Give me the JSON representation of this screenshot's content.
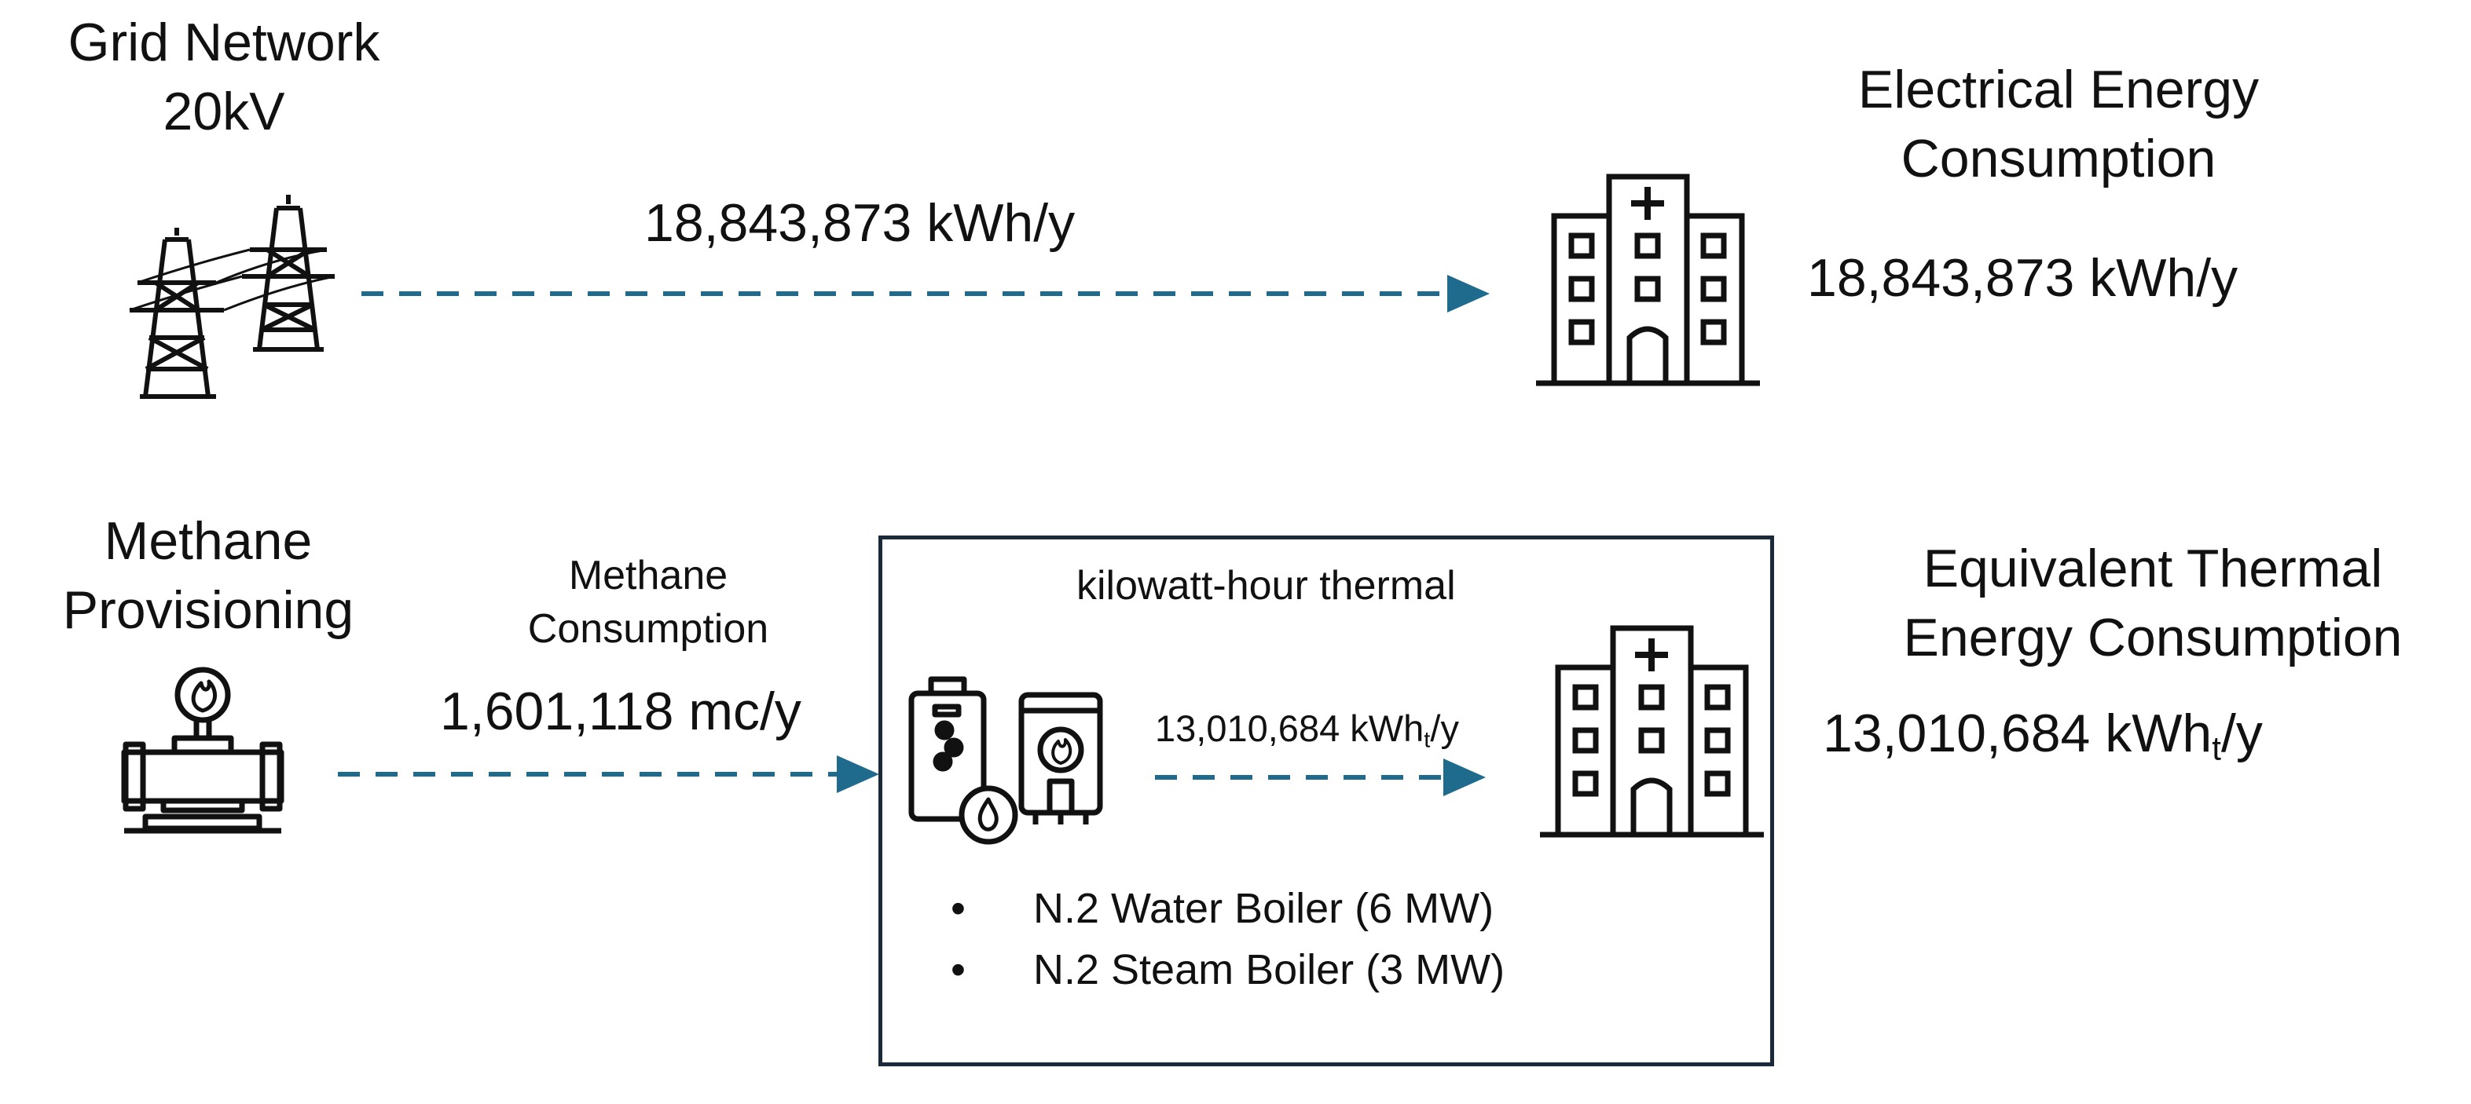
{
  "grid": {
    "title_line1": "Grid Network",
    "title_line2": "20kV"
  },
  "electric_flow": {
    "value": "18,843,873 kWh/y"
  },
  "electric_consumer": {
    "title_line1": "Electrical Energy",
    "title_line2": "Consumption",
    "value": "18,843,873 kWh/y"
  },
  "methane": {
    "title_line1": "Methane",
    "title_line2": "Provisioning"
  },
  "methane_flow": {
    "label_line1": "Methane",
    "label_line2": "Consumption",
    "value": "1,601,118 mc/y"
  },
  "boiler_box": {
    "title": "kilowatt-hour thermal",
    "flow_value_prefix": "13,010,684 kWh",
    "flow_value_sub": "t",
    "flow_value_suffix": "/y",
    "items": [
      "N.2 Water Boiler (6 MW)",
      "N.2 Steam Boiler (3 MW)"
    ]
  },
  "thermal_consumer": {
    "title_line1": "Equivalent Thermal",
    "title_line2": "Energy Consumption",
    "value_prefix": "13,010,684 kWh",
    "value_sub": "t",
    "value_suffix": "/y"
  },
  "icons": {
    "grid": "power-transmission-towers-icon",
    "hospital": "hospital-building-icon",
    "methane": "gas-pipeline-valve-icon",
    "boiler": "boiler-units-icon"
  },
  "colors": {
    "arrow": "#1f6b8e",
    "ink": "#111111"
  }
}
